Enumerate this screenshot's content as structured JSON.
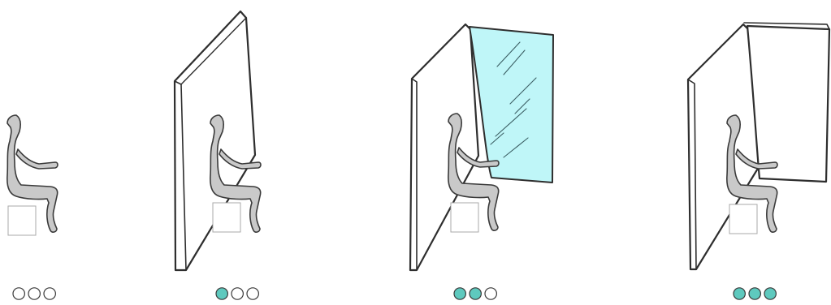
{
  "colors": {
    "enclosure_filled": "#5ec9be",
    "enclosure_empty": "#ffffff",
    "glass_panel": "#bff6f8",
    "figure": "#c9c9c9"
  },
  "icons": {
    "figure": "seated-person-icon",
    "stool": "stool-icon",
    "indicator": "circle-icon"
  },
  "stages": [
    {
      "id": "no-walls",
      "filled": 0,
      "total": 3
    },
    {
      "id": "one-wall",
      "filled": 1,
      "total": 3
    },
    {
      "id": "wall-and-glass",
      "filled": 2,
      "total": 3
    },
    {
      "id": "three-walls",
      "filled": 3,
      "total": 3
    }
  ]
}
